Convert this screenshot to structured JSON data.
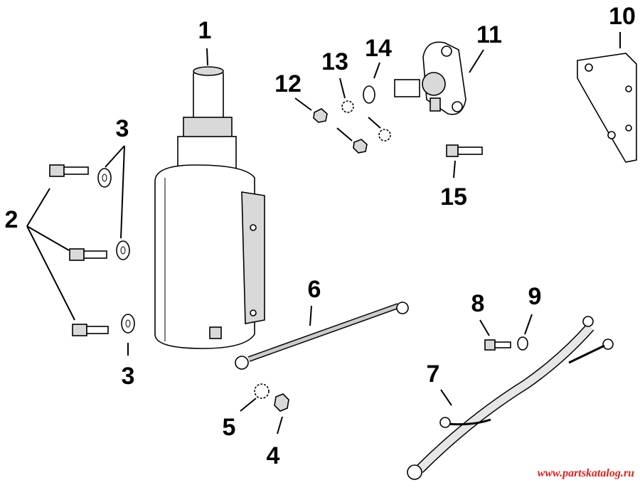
{
  "diagram": {
    "callouts": {
      "c1": "1",
      "c2": "2",
      "c3a": "3",
      "c3b": "3",
      "c4": "4",
      "c5": "5",
      "c6": "6",
      "c7": "7",
      "c8": "8",
      "c9": "9",
      "c10": "10",
      "c11": "11",
      "c12": "12",
      "c13": "13",
      "c14": "14",
      "c15": "15"
    }
  },
  "watermark": {
    "text": "www.partskatalog.ru",
    "color": "#e0201b"
  }
}
